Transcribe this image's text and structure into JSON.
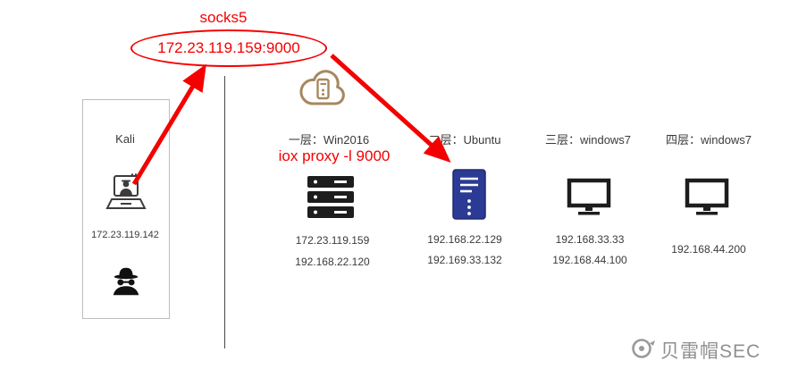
{
  "proxy": {
    "protocol": "socks5",
    "address": "172.23.119.159:9000"
  },
  "kali": {
    "label": "Kali",
    "ip": "172.23.119.142"
  },
  "nodes": [
    {
      "title": "一层：Win2016",
      "command": "iox proxy -l 9000",
      "icon": "server-rack-icon",
      "ips": [
        "172.23.119.159",
        "192.168.22.120"
      ]
    },
    {
      "title": "二层：Ubuntu",
      "icon": "server-tower-icon",
      "ips": [
        "192.168.22.129",
        "192.169.33.132"
      ]
    },
    {
      "title": "三层：windows7",
      "icon": "monitor-icon",
      "ips": [
        "192.168.33.33",
        "192.168.44.100"
      ]
    },
    {
      "title": "四层：windows7",
      "icon": "monitor-icon",
      "ips": [
        "192.168.44.200"
      ]
    }
  ],
  "watermark": {
    "text": "贝雷帽SEC"
  },
  "icons": {
    "cloud-server-icon": "cloud with server inside",
    "hacker-laptop-icon": "laptop with hacker silhouette",
    "spy-icon": "incognito spy with fedora",
    "server-rack-icon": "stacked rack server",
    "server-tower-icon": "blue tower server",
    "monitor-icon": "desktop monitor",
    "watermark-logo-icon": "circular brand logo"
  },
  "colors": {
    "accent_red": "#f40000",
    "server_blue": "#2b3a94",
    "cloud_tan": "#a6885f",
    "icon_black": "#1d1d1d",
    "watermark_gray": "#8f8f8f"
  }
}
